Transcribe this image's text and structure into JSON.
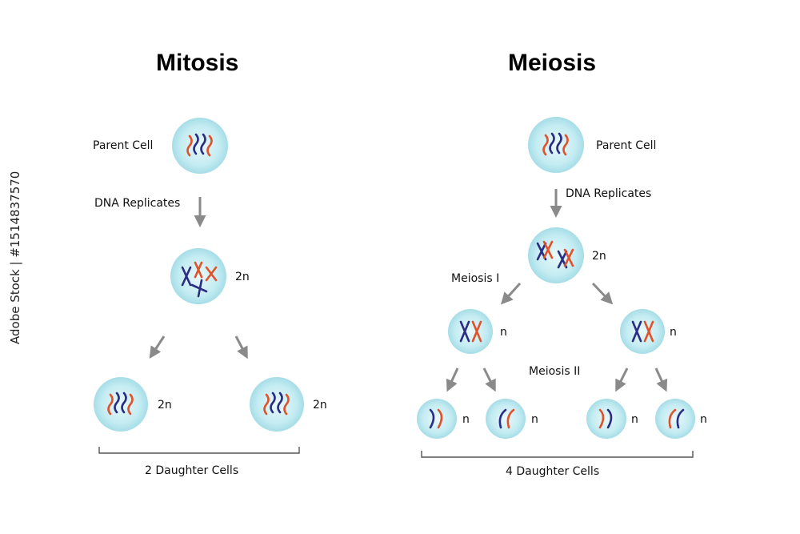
{
  "mitosis": {
    "title": "Mitosis",
    "parent_label": "Parent Cell",
    "step_label": "DNA Replicates",
    "replicated_ploidy": "2n",
    "daughter_ploidy": "2n",
    "daughters_label": "2 Daughter Cells"
  },
  "meiosis": {
    "title": "Meiosis",
    "parent_label": "Parent Cell",
    "step_label": "DNA Replicates",
    "replicated_ploidy": "2n",
    "meiosis1_label": "Meiosis I",
    "intermediate_ploidy": "n",
    "meiosis2_label": "Meiosis II",
    "daughter_ploidy": "n",
    "daughters_label": "4 Daughter Cells"
  },
  "watermark": "Adobe Stock | #1514837570",
  "colors": {
    "cell_fill": "#bfe9ef",
    "cell_edge": "#9ad7e2",
    "chromosome_red": "#e0522a",
    "chromosome_blue": "#2b2c84",
    "arrow": "#8a8a8a"
  }
}
